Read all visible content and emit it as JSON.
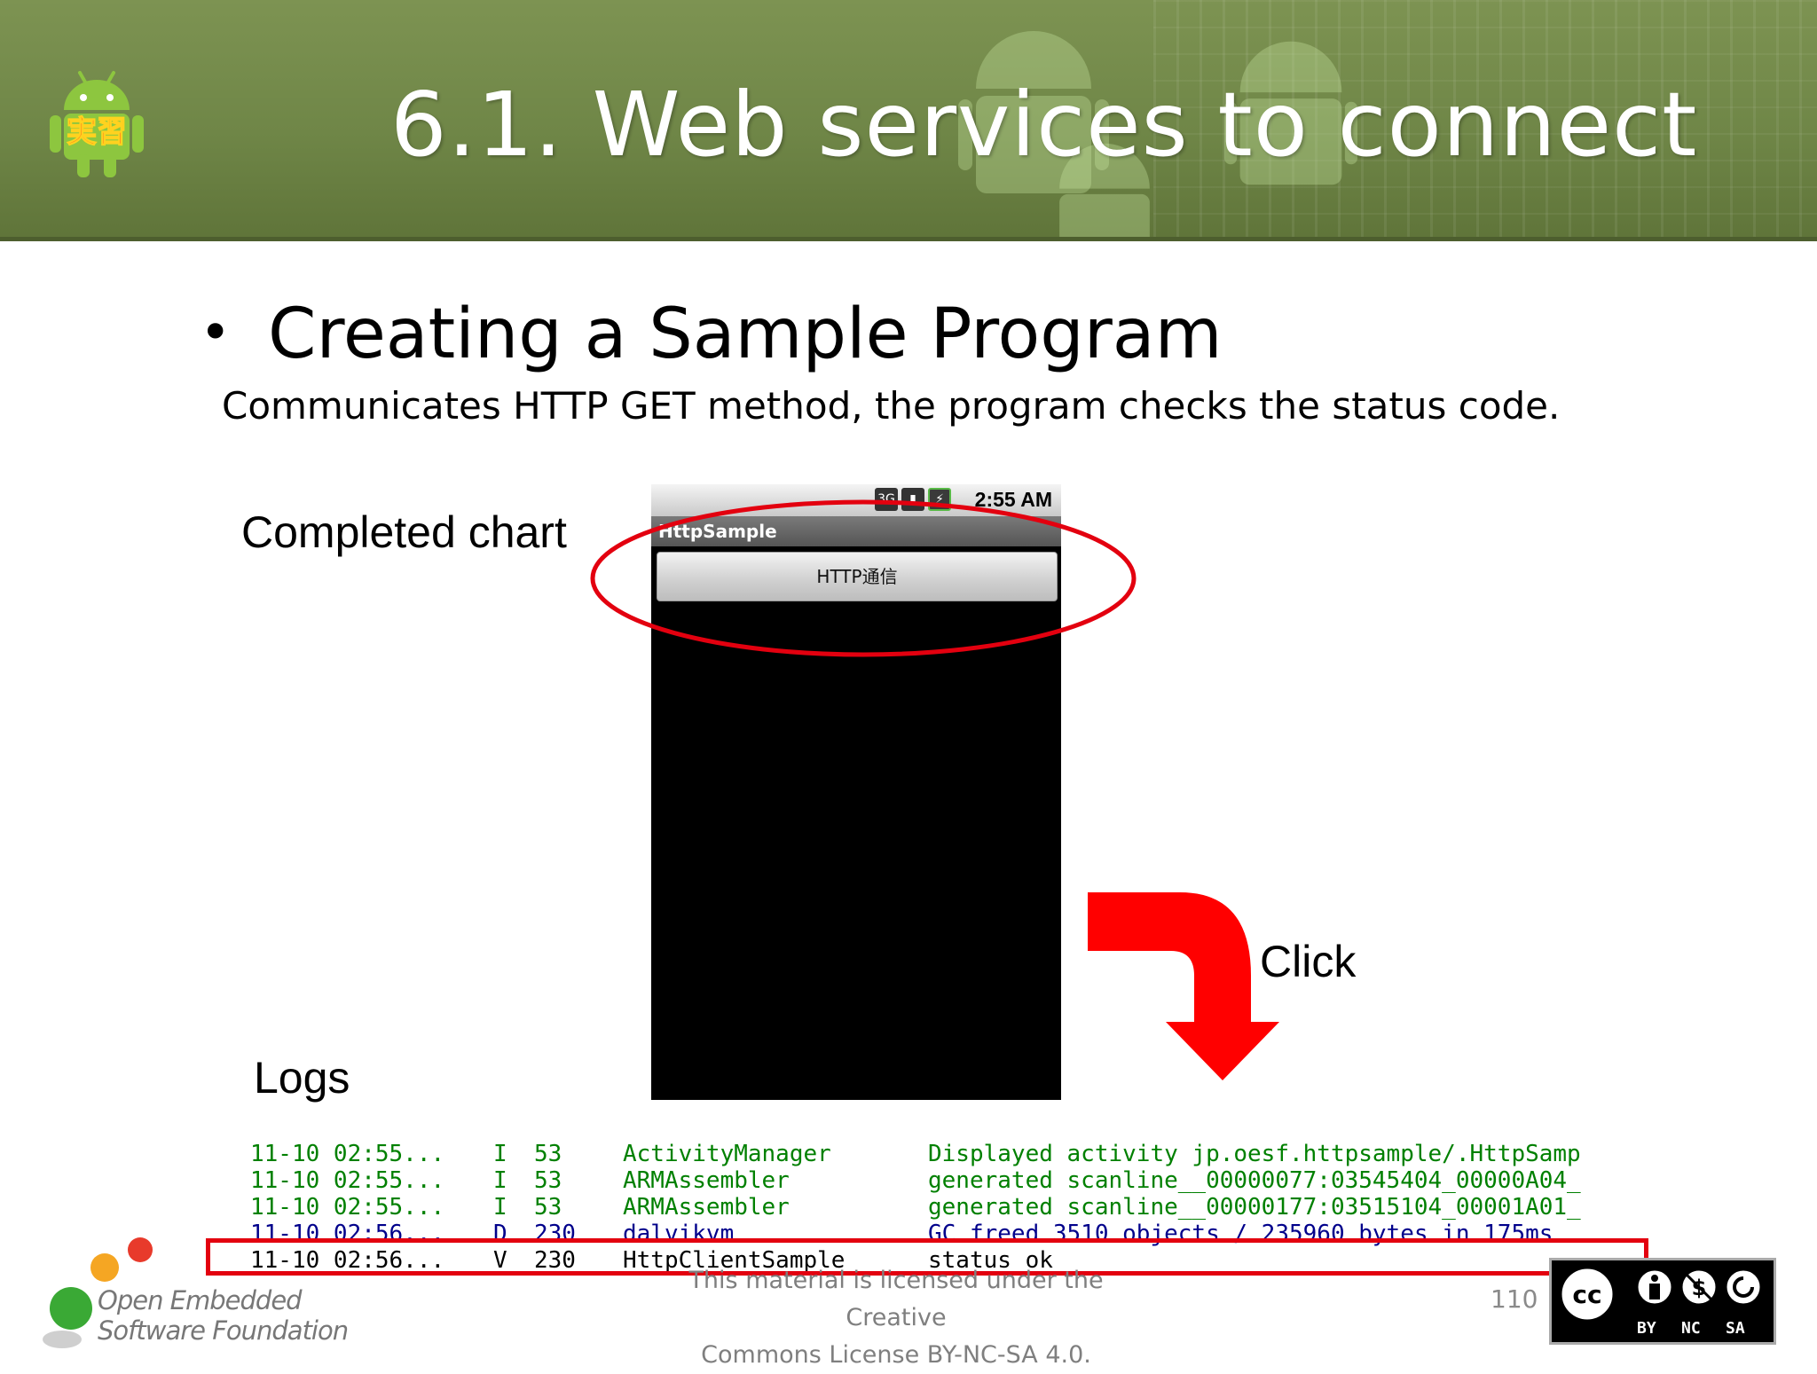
{
  "slide": {
    "title": "6.1. Web services to connect",
    "logo_text": "実習",
    "bullet_heading": "Creating a Sample Program",
    "subtext": "Communicates HTTP GET method, the program checks the status code.",
    "label_completed_chart": "Completed chart",
    "label_click": "Click",
    "label_logs": "Logs",
    "slide_number": "110",
    "license_line1": "This material is licensed under the Creative",
    "license_line2": "Commons License BY-NC-SA 4.0.",
    "org_line1": "Open Embedded",
    "org_line2": "Software Foundation",
    "cc_badge": {
      "cc": "cc",
      "by": "BY",
      "nc": "NC",
      "sa": "SA"
    }
  },
  "phone": {
    "clock": "2:55 AM",
    "status_icon_1": "3G",
    "app_title": "HttpSample",
    "button_label": "HTTP通信"
  },
  "logs": [
    {
      "time": "11-10 02:55...",
      "level": "I",
      "pid": "53",
      "tag": "ActivityManager",
      "message": "Displayed activity jp.oesf.httpsample/.HttpSamp",
      "color": "#008000"
    },
    {
      "time": "11-10 02:55...",
      "level": "I",
      "pid": "53",
      "tag": "ARMAssembler",
      "message": "generated scanline__00000077:03545404_00000A04_",
      "color": "#008000"
    },
    {
      "time": "11-10 02:55...",
      "level": "I",
      "pid": "53",
      "tag": "ARMAssembler",
      "message": "generated scanline__00000177:03515104_00001A01_",
      "color": "#008000"
    },
    {
      "time": "11-10 02:56...",
      "level": "D",
      "pid": "230",
      "tag": "dalvikvm",
      "message": "GC freed 3510 objects / 235960 bytes in 175ms",
      "color": "#00008b"
    },
    {
      "time": "11-10 02:56...",
      "level": "V",
      "pid": "230",
      "tag": "HttpClientSample",
      "message": "status ok",
      "color": "#000000"
    }
  ],
  "colors": {
    "header": "#6f8647",
    "highlight_red": "#e3000f",
    "arrow_red": "#ff0000"
  }
}
